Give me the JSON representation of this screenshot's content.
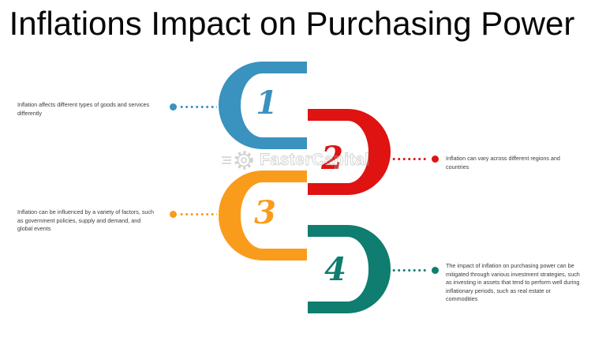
{
  "title": "Inflations Impact on Purchasing Power",
  "watermark": {
    "text": "FasterCapital",
    "icon": "gear-icon",
    "color": "#ababab"
  },
  "background_color": "#ffffff",
  "steps": [
    {
      "number": "1",
      "color": "#3A92BE",
      "side": "left",
      "label": "Inflation affects different types of goods and services\ndifferently"
    },
    {
      "number": "2",
      "color": "#DE1312",
      "side": "right",
      "label": "Inflation can vary across different regions and\ncountries"
    },
    {
      "number": "3",
      "color": "#FA9C1B",
      "side": "left",
      "label": "Inflation can be influenced by a variety of factors, such\nas government policies, supply and demand, and\nglobal events"
    },
    {
      "number": "4",
      "color": "#0F7D6F",
      "side": "right",
      "label": "The impact of inflation on purchasing power can be\nmitigated through various investment strategies, such\nas investing in assets that tend to perform well during\ninflationary periods, such as real estate or\ncommodities"
    }
  ]
}
